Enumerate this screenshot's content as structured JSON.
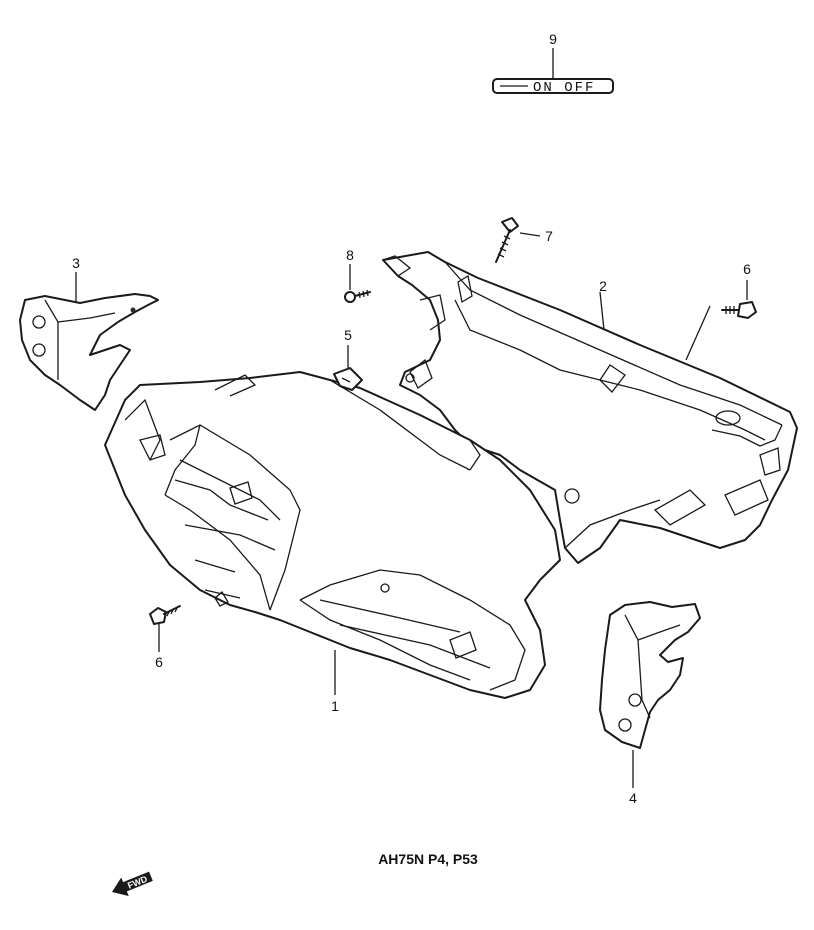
{
  "callouts": {
    "c1": "1",
    "c2": "2",
    "c3": "3",
    "c4": "4",
    "c5": "5",
    "c6a": "6",
    "c6b": "6",
    "c7": "7",
    "c8": "8",
    "c9": "9"
  },
  "label_plate": {
    "text": "ON  OFF"
  },
  "model_code": "AH75N P4, P53",
  "fwd_arrow": {
    "text": "FWD",
    "icon": "forward-arrow-icon"
  },
  "colors": {
    "line": "#1a1a1a",
    "background": "#ffffff"
  }
}
